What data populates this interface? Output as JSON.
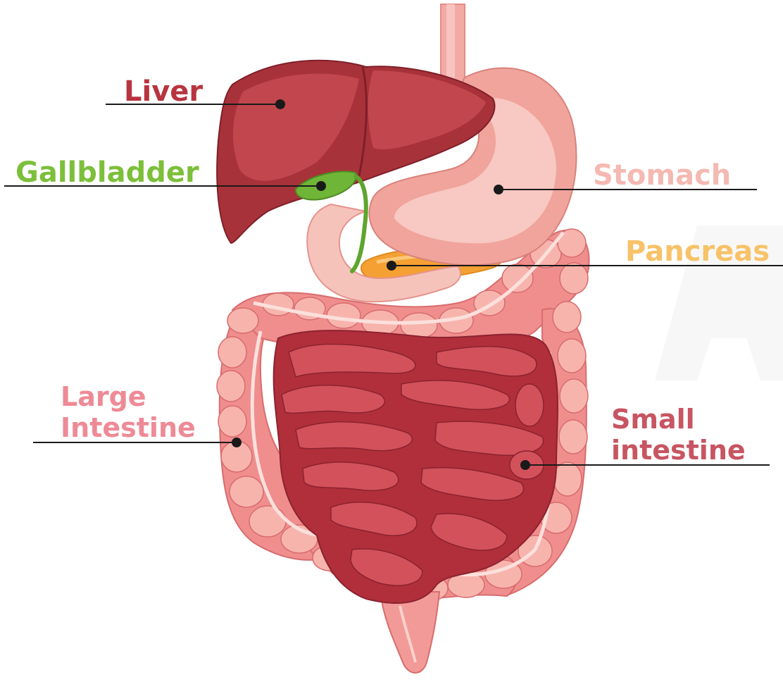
{
  "labels": {
    "liver": {
      "text": "Liver",
      "color": "#b8343f"
    },
    "gallbladder": {
      "text": "Gallbladder",
      "color": "#7cbf3a"
    },
    "stomach": {
      "text": "Stomach",
      "color": "#f4b9b2"
    },
    "pancreas": {
      "text": "Pancreas",
      "color": "#f7c268"
    },
    "large_intestine": {
      "line1": "Large",
      "line2": "Intestine",
      "color": "#ee8a96"
    },
    "small_intestine": {
      "line1": "Small",
      "line2": "intestine",
      "color": "#c75562"
    }
  },
  "colors": {
    "liver": "#a8323a",
    "liver_highlight": "#c2464d",
    "gallbladder": "#6fb537",
    "bile_duct": "#5ea52e",
    "stomach": "#f0a49c",
    "stomach_light": "#f8c8c2",
    "esophagus": "#f3aaa4",
    "pancreas": "#f5a033",
    "duodenum": "#f6c3bb",
    "large_intestine": "#ef8e8d",
    "large_intestine_light": "#f7b4ad",
    "small_intestine": "#b02f3a",
    "small_intestine_fold": "#d2515b",
    "rectum": "#f29a98",
    "leader_line": "#1a1a1a"
  }
}
